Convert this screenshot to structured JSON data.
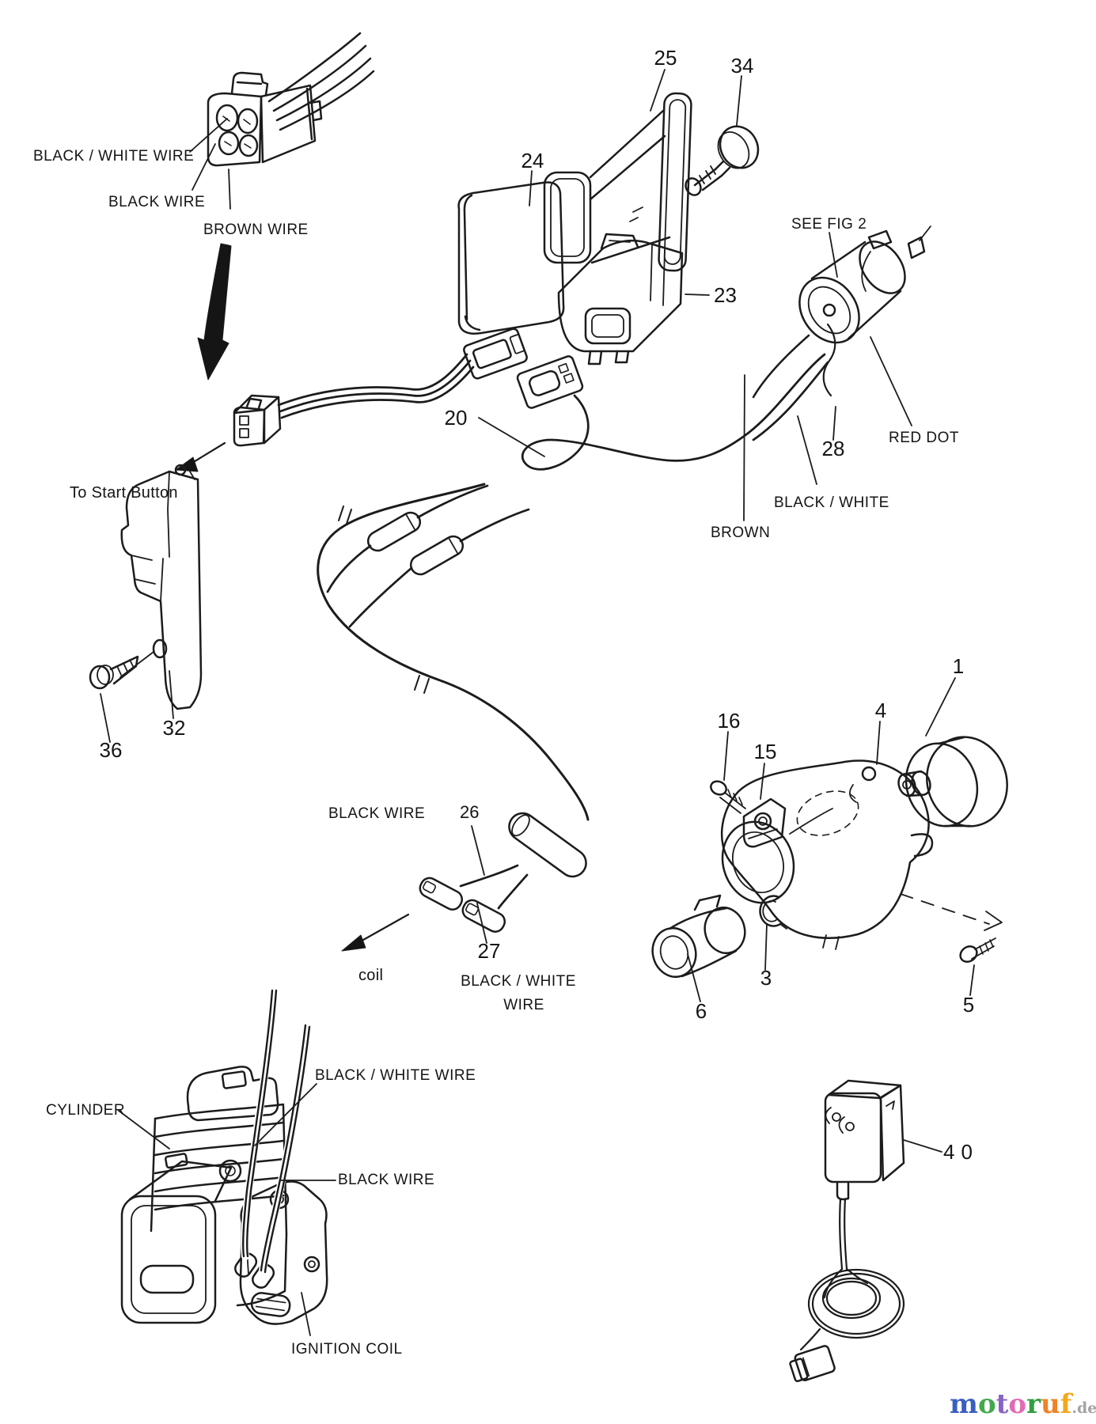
{
  "labels": {
    "top_black_white_wire": "BLACK / WHITE WIRE",
    "top_black_wire": "BLACK WIRE",
    "top_brown_wire": "BROWN WIRE",
    "see_fig_2": "SEE FIG 2",
    "red_dot": "RED DOT",
    "mid_black_white": "BLACK / WHITE",
    "mid_brown": "BROWN",
    "to_start_button": "To Start Button",
    "harness_black_wire": "BLACK WIRE",
    "coil": "coil",
    "bw_wire_line1": "BLACK / WHITE",
    "bw_wire_line2": "WIRE",
    "cylinder": "CYLINDER",
    "bottom_black_white_wire": "BLACK / WHITE WIRE",
    "bottom_black_wire": "BLACK WIRE",
    "ignition_coil": "IGNITION COIL"
  },
  "part_numbers": {
    "p1": "1",
    "p3": "3",
    "p4": "4",
    "p5": "5",
    "p6": "6",
    "p15": "15",
    "p16": "16",
    "p20": "20",
    "p23": "23",
    "p24": "24",
    "p25": "25",
    "p26": "26",
    "p27": "27",
    "p28": "28",
    "p32": "32",
    "p34": "34",
    "p36": "36",
    "p40": "40"
  },
  "watermark": {
    "letters": [
      {
        "ch": "m",
        "color": "#3a5fc0"
      },
      {
        "ch": "o",
        "color": "#42a94c"
      },
      {
        "ch": "t",
        "color": "#8a63c6"
      },
      {
        "ch": "o",
        "color": "#e36bb4"
      },
      {
        "ch": "r",
        "color": "#2f9e3f"
      },
      {
        "ch": "u",
        "color": "#f08228"
      },
      {
        "ch": "f",
        "color": "#f3a81d"
      }
    ],
    "suffix": ".de",
    "suffix_color": "#a3a3a3"
  }
}
